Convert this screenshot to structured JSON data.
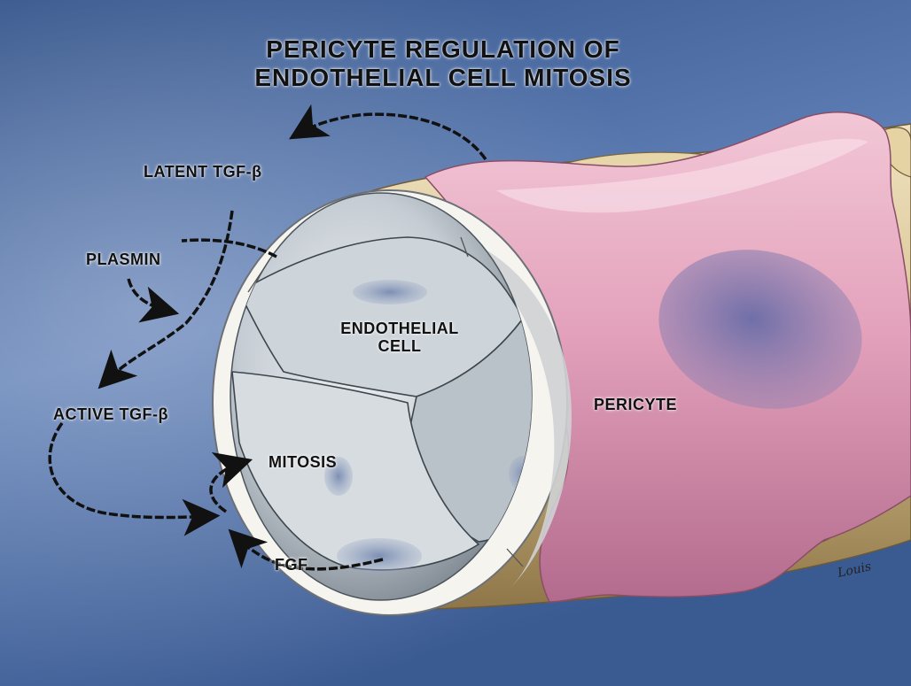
{
  "title": {
    "line1": "PERICYTE REGULATION OF",
    "line2": "ENDOTHELIAL CELL MITOSIS"
  },
  "labels": {
    "latent_tgf": "LATENT TGF-β",
    "plasmin": "PLASMIN",
    "active_tgf": "ACTIVE TGF-β",
    "endothelial_line1": "ENDOTHELIAL",
    "endothelial_line2": "CELL",
    "pericyte": "PERICYTE",
    "mitosis": "MITOSIS",
    "fgf": "FGF"
  },
  "signature": "Louis",
  "colors": {
    "background_blue": "#3d5f96",
    "pericyte_pink": "#e7a9c0",
    "endothelial_gray": "#c4ccd2",
    "vessel_wall_tan": "#d8c49a",
    "arrow": "#111111"
  }
}
